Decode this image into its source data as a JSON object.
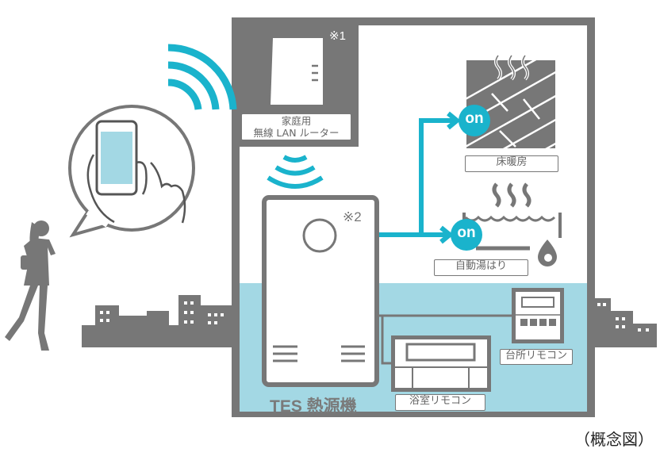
{
  "colors": {
    "grey": "#777777",
    "cyan": "#1ab3cc",
    "light_blue": "#a3d8e4"
  },
  "router": {
    "note": "※1",
    "label_line1": "家庭用",
    "label_line2": "無線 LAN ルーター"
  },
  "heat_source": {
    "note": "※2",
    "title": "TES 熱源機"
  },
  "floor_heating": {
    "status": "on",
    "label": "床暖房"
  },
  "auto_bath": {
    "status": "on",
    "label": "自動湯はり"
  },
  "kitchen_remote": {
    "label": "台所リモコン"
  },
  "bath_remote": {
    "label": "浴室リモコン"
  },
  "caption": "（概念図）"
}
